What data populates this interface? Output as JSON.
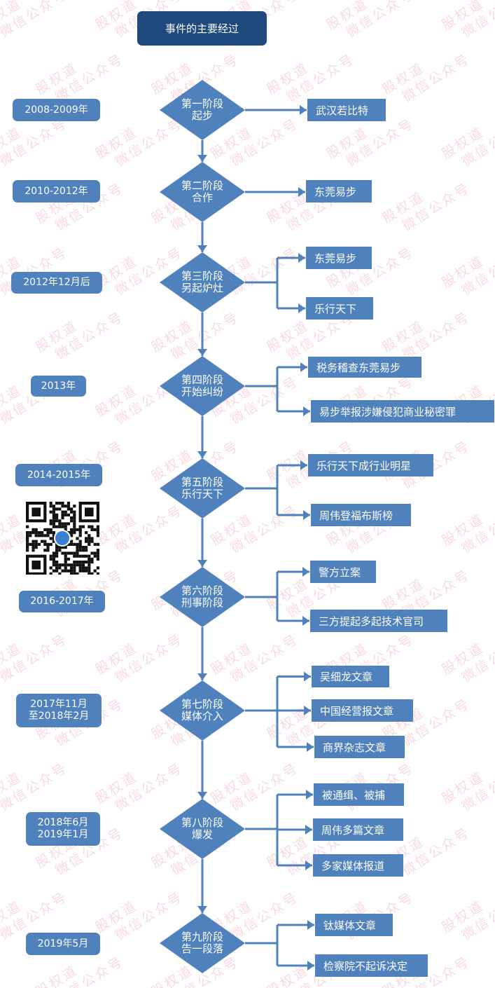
{
  "title": "事件的主要经过",
  "watermark": [
    "股权道",
    "微信公众号"
  ],
  "colors": {
    "box": "#4f81bd",
    "title": "#1f497d",
    "watermark": "#e6788c"
  },
  "stages": [
    {
      "date": "2008-2009年",
      "line1": "第一阶段",
      "line2": "起步",
      "children": [
        "武汉若比特"
      ]
    },
    {
      "date": "2010-2012年",
      "line1": "第二阶段",
      "line2": "合作",
      "children": [
        "东莞易步"
      ]
    },
    {
      "date": "2012年12月后",
      "line1": "第三阶段",
      "line2": "另起炉灶",
      "children": [
        "东莞易步",
        "乐行天下"
      ]
    },
    {
      "date": "2013年",
      "line1": "第四阶段",
      "line2": "开始纠纷",
      "children": [
        "税务稽查东莞易步",
        "易步举报涉嫌侵犯商业秘密罪"
      ]
    },
    {
      "date": "2014-2015年",
      "line1": "第五阶段",
      "line2": "乐行天下",
      "children": [
        "乐行天下成行业明星",
        "周伟登福布斯榜"
      ]
    },
    {
      "date": "2016-2017年",
      "line1": "第六阶段",
      "line2": "刑事阶段",
      "children": [
        "警方立案",
        "三方提起多起技术官司"
      ]
    },
    {
      "date": "2017年11月\n至2018年2月",
      "line1": "第七阶段",
      "line2": "媒体介入",
      "children": [
        "吴细龙文章",
        "中国经营报文章",
        "商界杂志文章"
      ]
    },
    {
      "date": "2018年6月\n2019年1月",
      "line1": "第八阶段",
      "line2": "爆发",
      "children": [
        "被通缉、被捕",
        "周伟多篇文章",
        "多家媒体报道"
      ]
    },
    {
      "date": "2019年5月",
      "line1": "第九阶段",
      "line2": "告一段落",
      "children": [
        "钛媒体文章",
        "检察院不起诉决定"
      ]
    }
  ]
}
